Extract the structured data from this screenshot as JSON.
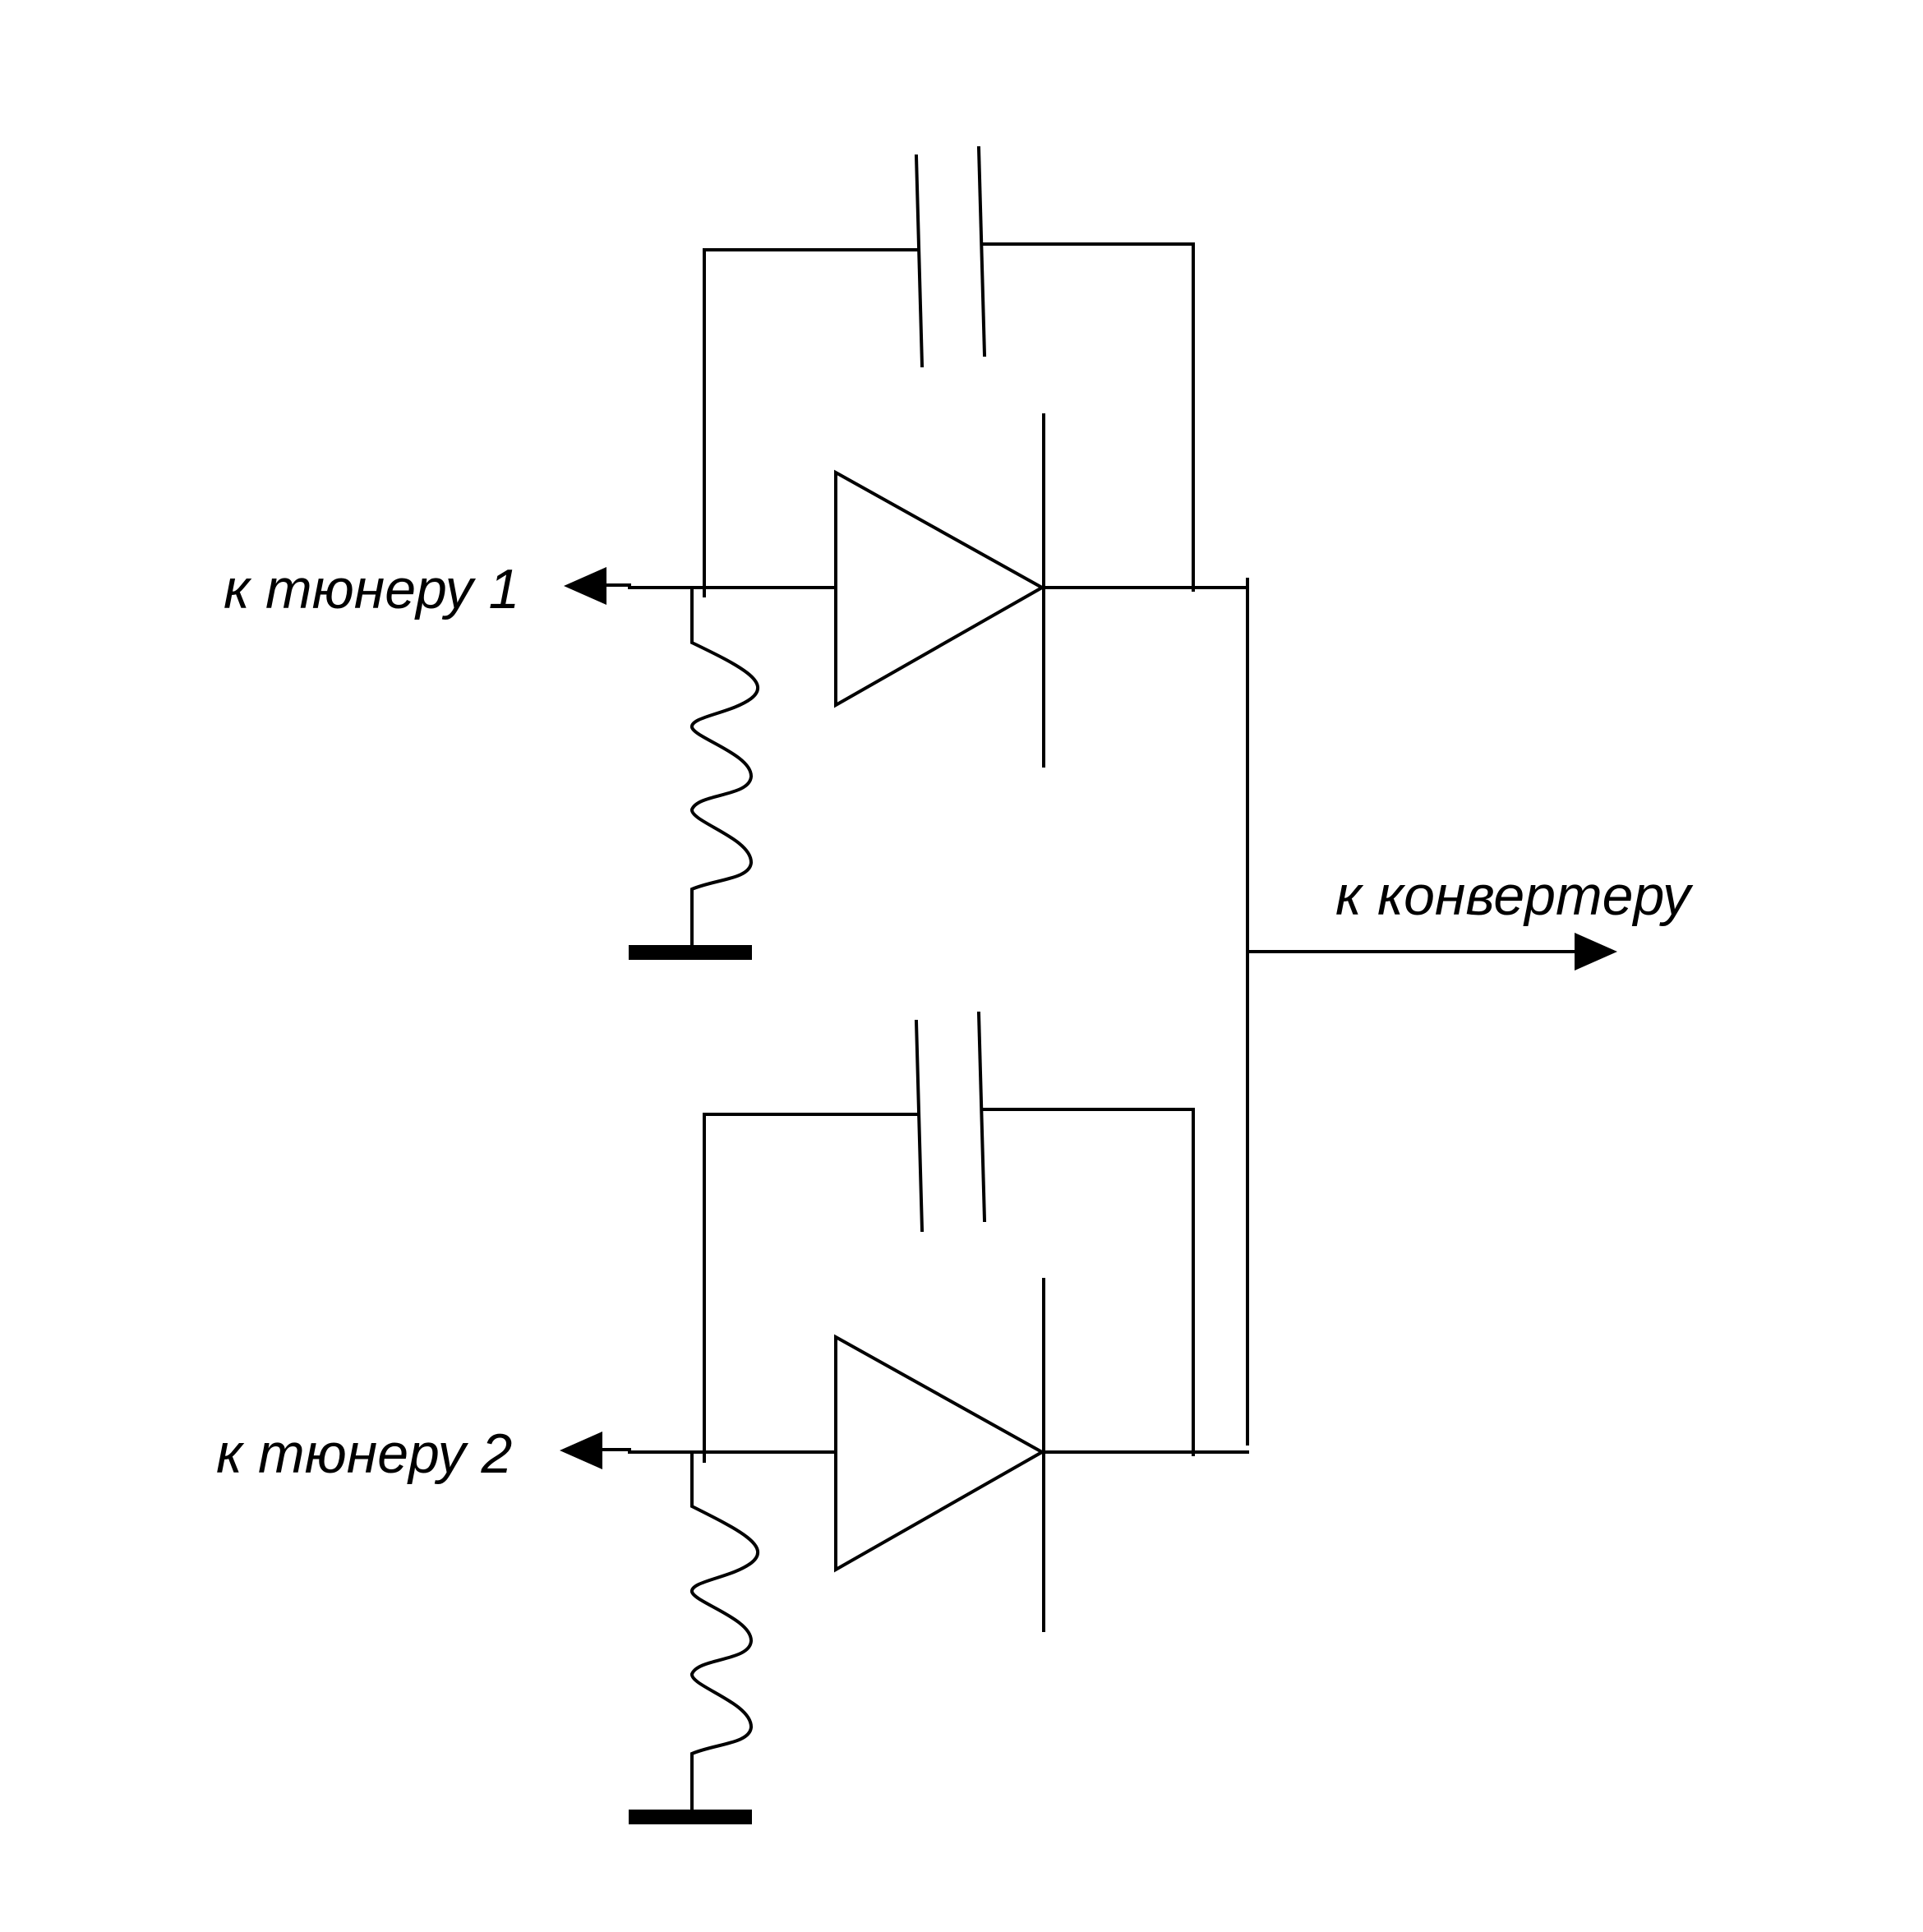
{
  "diagram": {
    "labels": {
      "tuner1": "к  тюнеру 1",
      "tuner2": "к  тюнеру 2",
      "converter": "к  конвертеру"
    },
    "colors": {
      "line": "#000000",
      "background": "#ffffff"
    }
  }
}
